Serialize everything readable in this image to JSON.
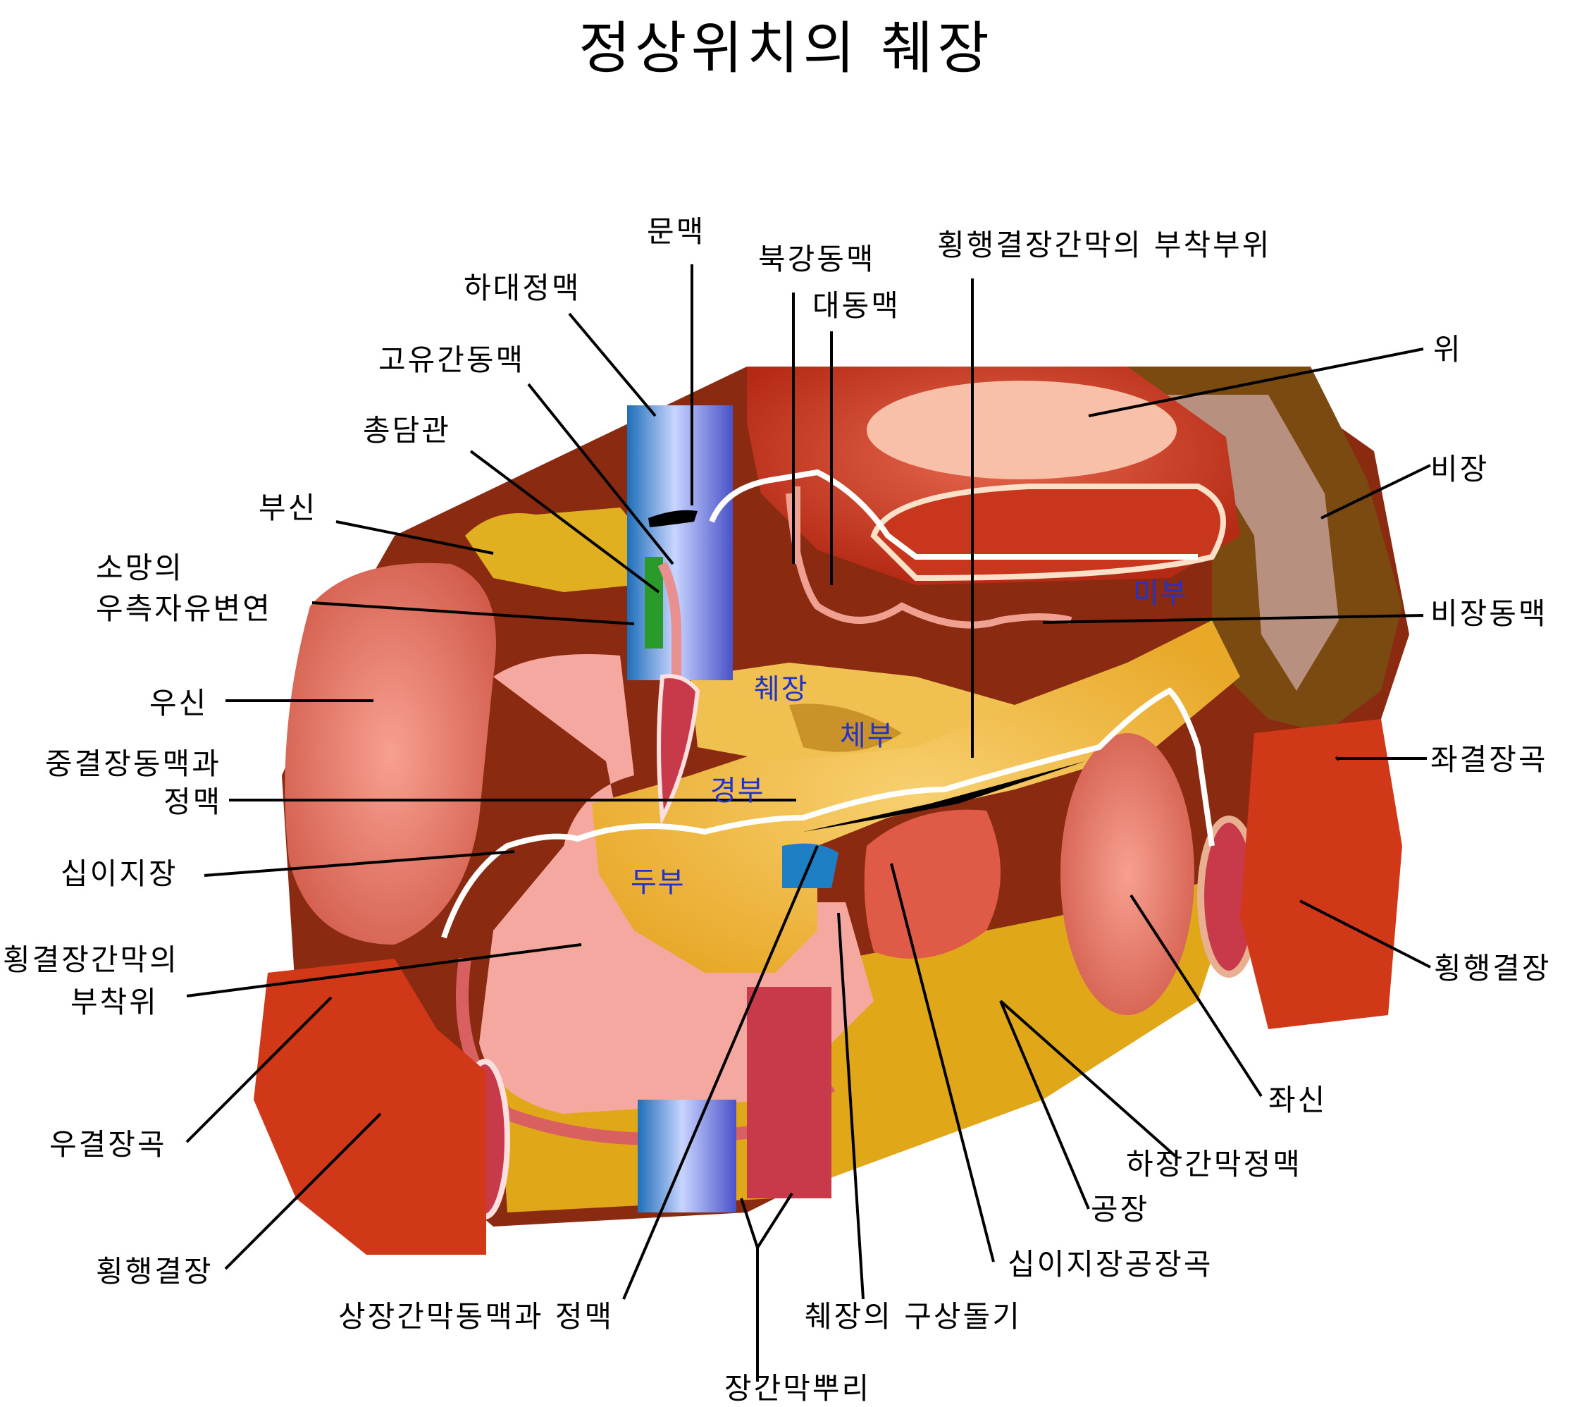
{
  "title": "정상위치의 췌장",
  "labels": {
    "portal_vein": "문맥",
    "celiac_artery": "북강동맥",
    "transverse_mesocolon_attachment_top": "횡행결장간막의 부착부위",
    "ivc": "하대정맥",
    "aorta": "대동맥",
    "proper_hepatic_artery": "고유간동맥",
    "stomach": "위",
    "common_bile_duct": "총담관",
    "spleen": "비장",
    "adrenal": "부신",
    "omentum_line1": "소망의",
    "omentum_line2": "우측자유변연",
    "splenic_artery": "비장동맥",
    "right_kidney": "우신",
    "left_colic_flexure": "좌결장곡",
    "middle_colic_line1": "중결장동맥과",
    "middle_colic_line2": "정맥",
    "duodenum": "십이지장",
    "transverse_mesocolon_line1": "횡결장간막의",
    "transverse_mesocolon_line2": "부착위",
    "transverse_colon_right": "횡행결장",
    "right_colic_flexure": "우결장곡",
    "left_kidney": "좌신",
    "inferior_mesenteric_vein": "하장간막정맥",
    "jejunum": "공장",
    "transverse_colon_left": "횡행결장",
    "duodenojejunal_flexure": "십이지장공장곡",
    "sma_smv": "상장간막동맥과 정맥",
    "uncinate_process": "췌장의 구상돌기",
    "mesentery_root": "장간막뿌리"
  },
  "regions": {
    "tail": "미부",
    "pancreas": "췌장",
    "body": "체부",
    "neck": "경부",
    "head": "두부"
  },
  "colors": {
    "organ_red": "#c8361e",
    "kidney_salmon": "#e8786a",
    "pancreas_yellow": "#f5c04a",
    "spleen_brown": "#7a4a10",
    "vein_blue": "#2a7fc4",
    "vessel_crimson": "#c83a4a",
    "duodenum_pink": "#f4a8a0",
    "region_label_blue": "#2233cc"
  }
}
